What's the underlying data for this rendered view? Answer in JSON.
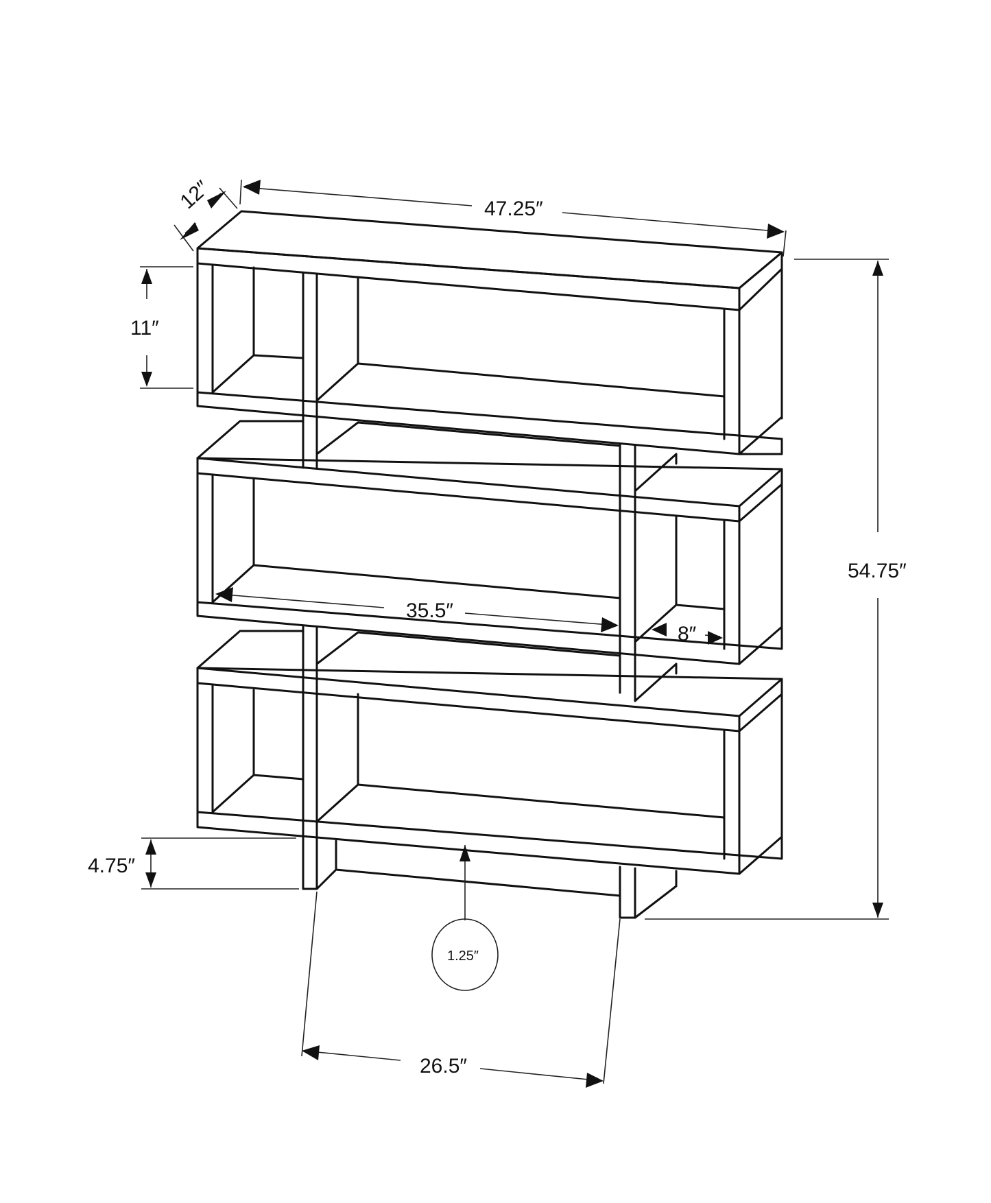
{
  "diagram": {
    "subject": "Three-tier open bookshelf",
    "dimensions": {
      "depth": "12″",
      "width": "47.25″",
      "shelf_height": "11″",
      "height": "54.75″",
      "inner_shelf_width": "35.5″",
      "side_cubby_width": "8″",
      "base_clearance": "4.75″",
      "panel_thickness": "1.25″",
      "base_width": "26.5″"
    }
  }
}
